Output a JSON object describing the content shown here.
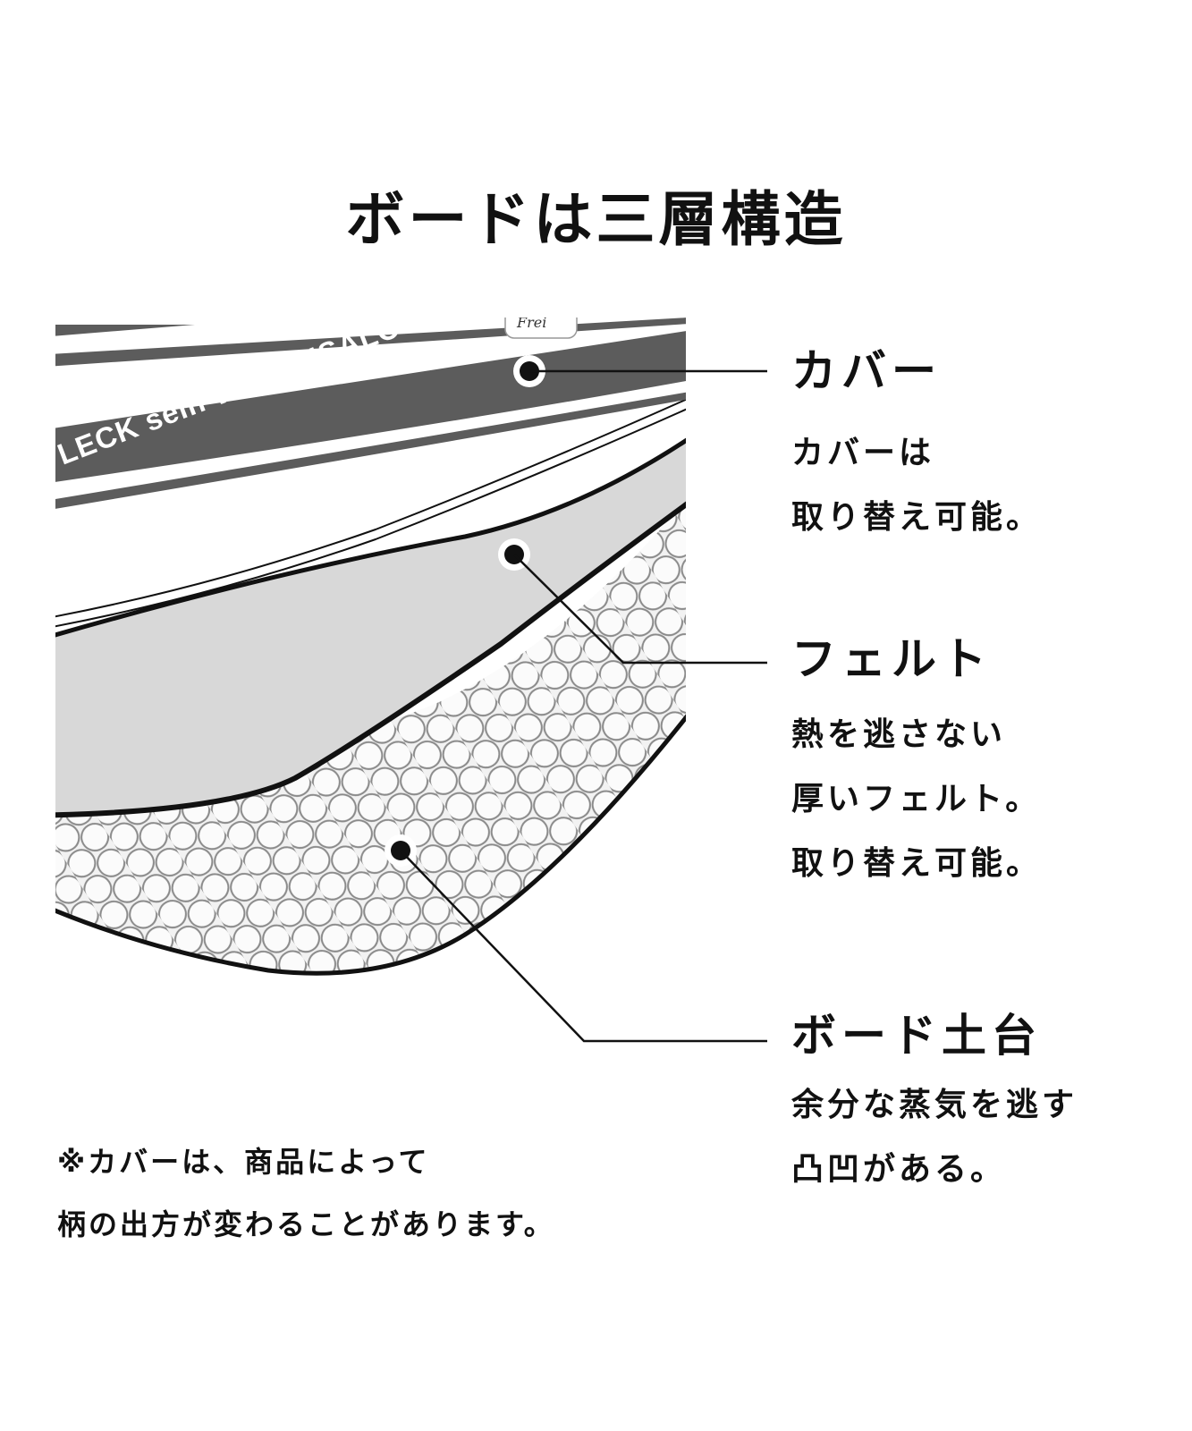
{
  "title": "ボードは三層構造",
  "cover_print": {
    "text": "LECK sein WASCHSALON",
    "tag": "Frei"
  },
  "layers": [
    {
      "name": "カバー",
      "description": [
        "カバーは",
        "取り替え可能。"
      ]
    },
    {
      "name": "フェルト",
      "description": [
        "熱を逃さない",
        "厚いフェルト。",
        "取り替え可能。"
      ]
    },
    {
      "name": "ボード土台",
      "description": [
        "余分な蒸気を逃す",
        "凸凹がある。"
      ]
    }
  ],
  "note": [
    "※カバーは、商品によって",
    "柄の出方が変わることがあります。"
  ],
  "colors": {
    "ink": "#111111",
    "cover_stripe": "#5c5c5c",
    "felt": "#d8d8d8",
    "board_fill": "#f2f2f2",
    "dot_fill": "#fbfbfb",
    "dot_stroke": "#8a8a8a"
  }
}
